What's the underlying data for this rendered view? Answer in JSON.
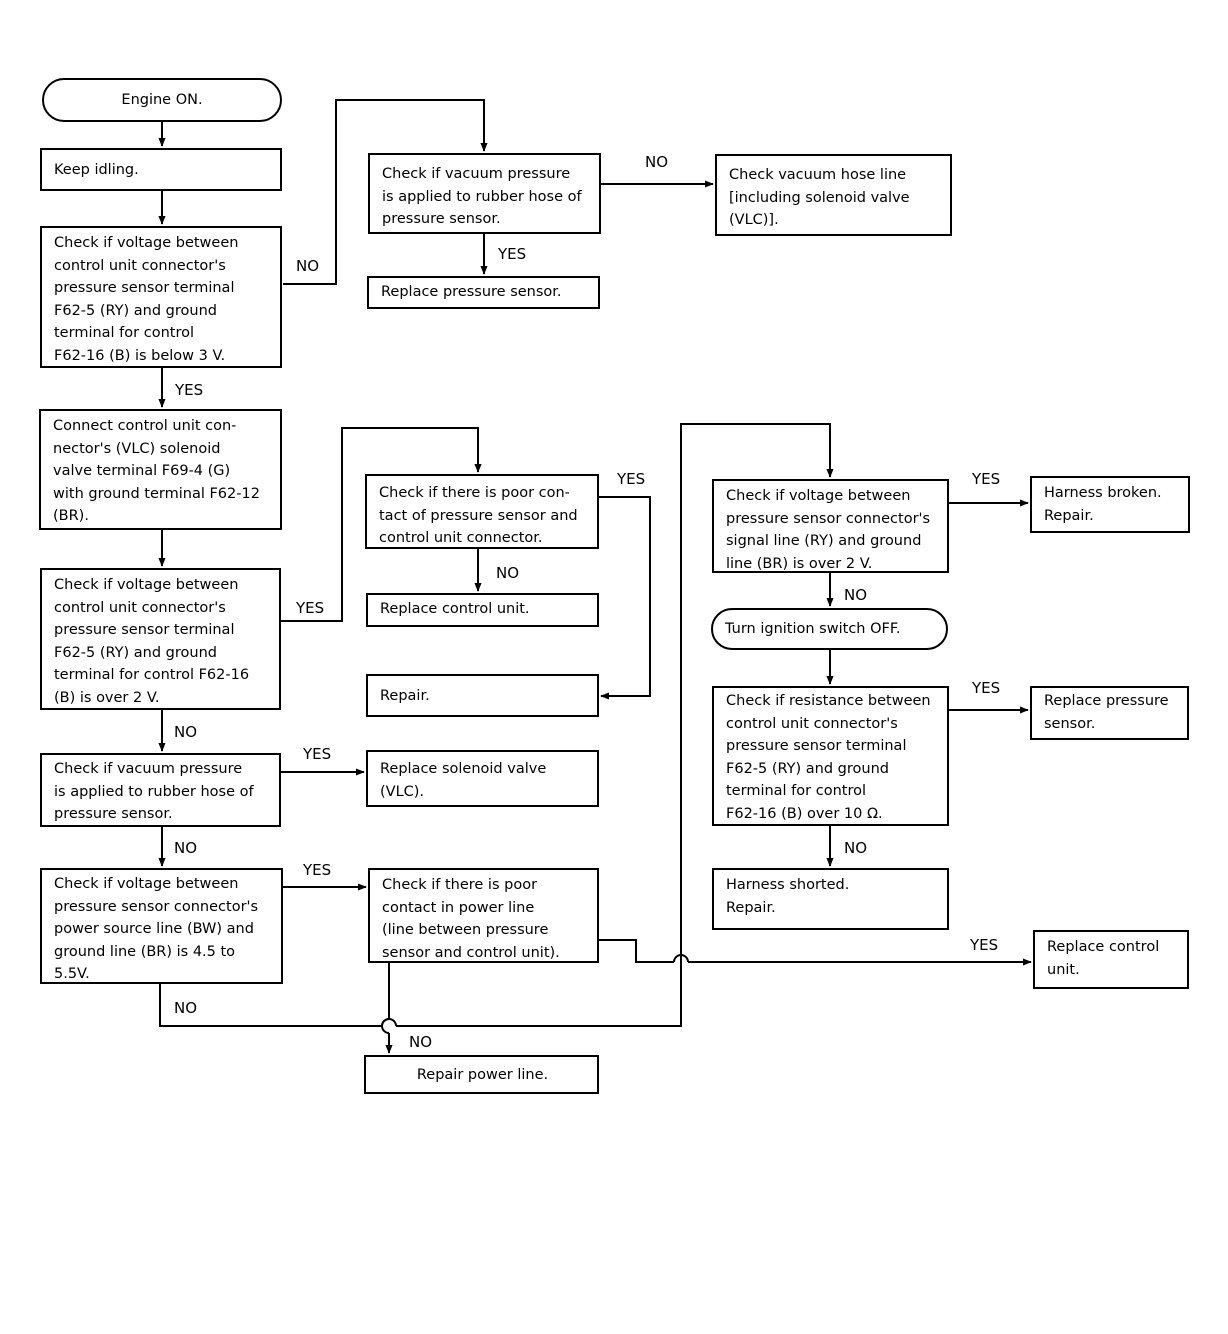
{
  "nodes": {
    "engine_on": "Engine ON.",
    "keep_idling": "Keep idling.",
    "check_voltage_3v": "Check if voltage between\ncontrol unit connector's\npressure sensor terminal\nF62-5 (RY) and ground\nterminal for control\nF62-16 (B) is below 3 V.",
    "check_vacuum_top": "Check if vacuum pressure\nis applied to rubber hose of\npressure sensor.",
    "check_vacuum_hose": "Check vacuum hose line\n[including solenoid valve\n(VLC)].",
    "replace_pressure_sensor_top": "Replace pressure sensor.",
    "connect_vlc": "Connect control unit con-\nnector's (VLC) solenoid\nvalve terminal F69-4 (G)\nwith ground terminal F62-12\n(BR).",
    "check_voltage_2v": "Check if voltage between\ncontrol unit connector's\npressure sensor terminal\nF62-5 (RY) and ground\nterminal for control F62-16\n(B) is over 2 V.",
    "check_poor_contact": "Check if there is poor con-\ntact of pressure sensor and\ncontrol unit connector.",
    "replace_control_unit_mid": "Replace control unit.",
    "repair_mid": "Repair.",
    "check_signal_voltage": "Check if voltage between\npressure sensor connector's\nsignal line (RY) and ground\nline (BR) is over 2 V.",
    "harness_broken": "Harness broken.\nRepair.",
    "turn_ignition_off": "Turn ignition switch OFF.",
    "check_resistance": "Check if resistance between\ncontrol unit connector's\npressure sensor terminal\nF62-5 (RY) and ground\nterminal for control\nF62-16 (B) over 10 Ω.",
    "replace_pressure_sensor_right": "Replace pressure\nsensor.",
    "harness_shorted": "Harness shorted.\nRepair.",
    "check_vacuum_lower": "Check if vacuum pressure\nis applied to rubber hose of\npressure sensor.",
    "replace_solenoid": "Replace solenoid valve\n(VLC).",
    "check_power_source": "Check if voltage between\npressure sensor connector's\npower source line (BW) and\nground line (BR) is 4.5 to\n5.5V.",
    "check_power_line": "Check if there is poor\ncontact in power line\n(line between pressure\nsensor and control unit).",
    "replace_control_unit_right": "Replace control\nunit.",
    "repair_power_line": "Repair power line."
  },
  "labels": {
    "yes": "YES",
    "no": "NO"
  }
}
